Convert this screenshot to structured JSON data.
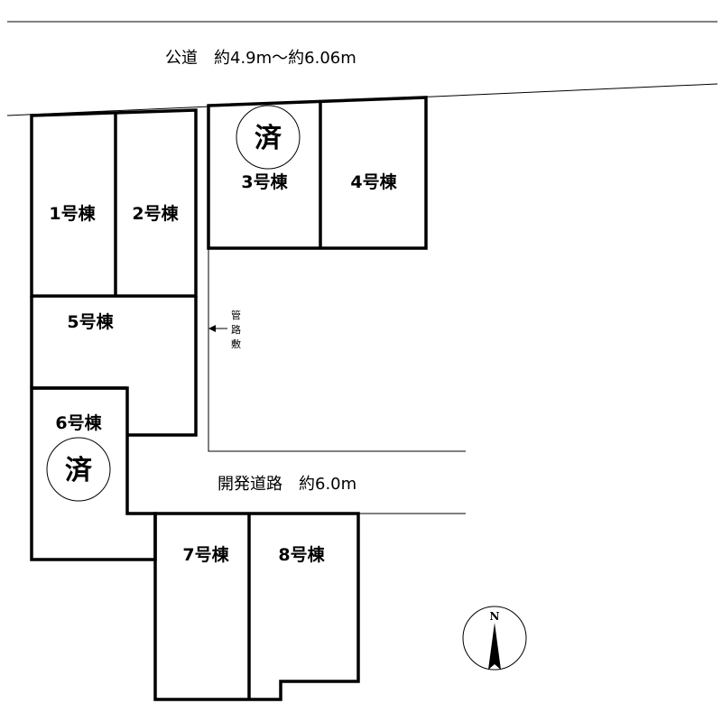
{
  "public_road": "公道　約4.9m〜約6.06m",
  "dev_road": "開発道路　約6.0m",
  "pipe_road": [
    "管",
    "路",
    "敷"
  ],
  "sold_mark": "済",
  "north_label": "N",
  "lots": {
    "b1": "1号棟",
    "b2": "2号棟",
    "b3": "3号棟",
    "b4": "4号棟",
    "b5": "5号棟",
    "b6": "6号棟",
    "b7": "7号棟",
    "b8": "8号棟"
  },
  "sold_lots": [
    "3号棟",
    "6号棟"
  ]
}
